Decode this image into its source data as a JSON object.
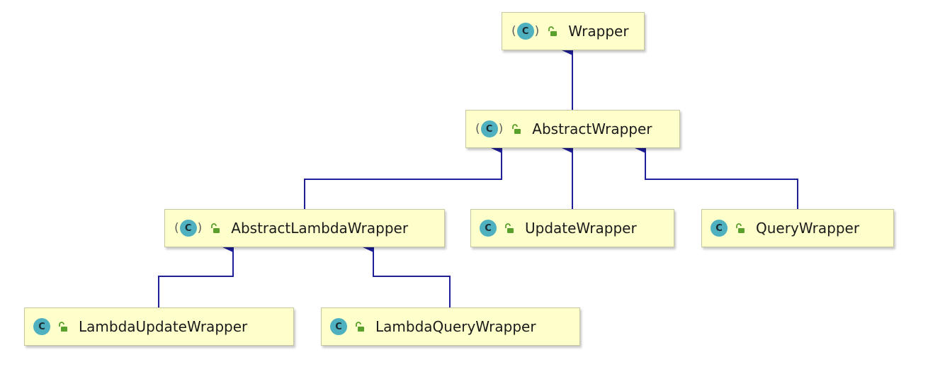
{
  "diagram": {
    "nodes": [
      {
        "id": "wrapper",
        "name": "Wrapper",
        "abstract": true
      },
      {
        "id": "abstract-wrapper",
        "name": "AbstractWrapper",
        "abstract": true
      },
      {
        "id": "abstract-lambda-wrapper",
        "name": "AbstractLambdaWrapper",
        "abstract": true
      },
      {
        "id": "update-wrapper",
        "name": "UpdateWrapper",
        "abstract": false
      },
      {
        "id": "query-wrapper",
        "name": "QueryWrapper",
        "abstract": false
      },
      {
        "id": "lambda-update-wrapper",
        "name": "LambdaUpdateWrapper",
        "abstract": false
      },
      {
        "id": "lambda-query-wrapper",
        "name": "LambdaQueryWrapper",
        "abstract": false
      }
    ],
    "edges": [
      {
        "from": "abstract-wrapper",
        "to": "wrapper"
      },
      {
        "from": "abstract-lambda-wrapper",
        "to": "abstract-wrapper"
      },
      {
        "from": "update-wrapper",
        "to": "abstract-wrapper"
      },
      {
        "from": "query-wrapper",
        "to": "abstract-wrapper"
      },
      {
        "from": "lambda-update-wrapper",
        "to": "abstract-lambda-wrapper"
      },
      {
        "from": "lambda-query-wrapper",
        "to": "abstract-lambda-wrapper"
      }
    ],
    "class_icon_letter": "C",
    "colors": {
      "node_fill": "#ffffcc",
      "node_border": "#c8c8a0",
      "edge": "#1f1f99",
      "class_icon": "#4fb0c0",
      "lock_icon": "#5aa02c"
    }
  }
}
